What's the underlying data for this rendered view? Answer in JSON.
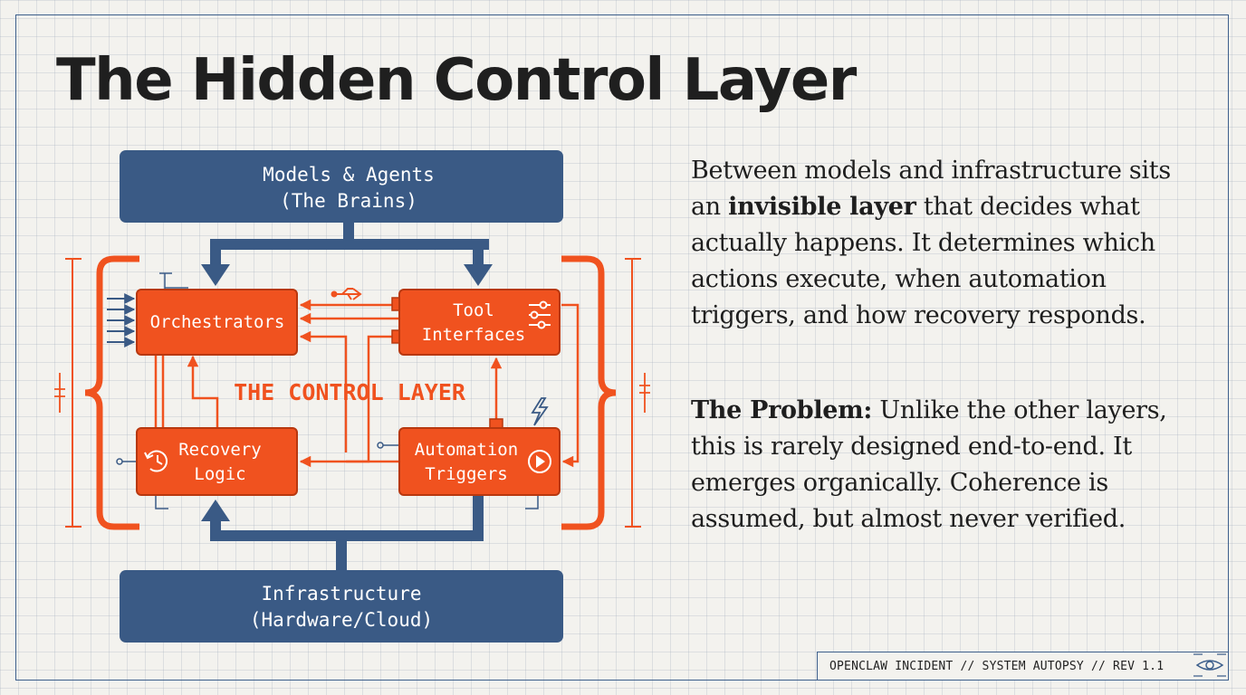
{
  "title": "The Hidden Control Layer",
  "diagram": {
    "top_box": {
      "line1": "Models & Agents",
      "line2": "(The Brains)"
    },
    "bottom_box": {
      "line1": "Infrastructure",
      "line2": "(Hardware/Cloud)"
    },
    "center_label": "THE CONTROL LAYER",
    "nodes": {
      "orchestrators": {
        "label": "Orchestrators"
      },
      "tool_interfaces": {
        "line1": "Tool",
        "line2": "Interfaces"
      },
      "recovery_logic": {
        "line1": "Recovery",
        "line2": "Logic"
      },
      "automation_triggers": {
        "line1": "Automation",
        "line2": "Triggers"
      }
    },
    "colors": {
      "navy": "#3a5a85",
      "orange": "#f0521f",
      "dark_orange": "#b8380f"
    }
  },
  "text": {
    "p1_a": "Between models and infrastructure sits an ",
    "p1_bold": "invisible layer",
    "p1_b": " that decides what actually happens. It determines which actions execute, when automation triggers, and how recovery responds.",
    "p2_bold": "The Problem:",
    "p2_b": " Unlike the other layers, this is rarely designed end-to-end. It emerges organically. Coherence is assumed, but almost never verified."
  },
  "footer": {
    "text": "OPENCLAW INCIDENT // SYSTEM AUTOPSY // REV 1.1"
  }
}
